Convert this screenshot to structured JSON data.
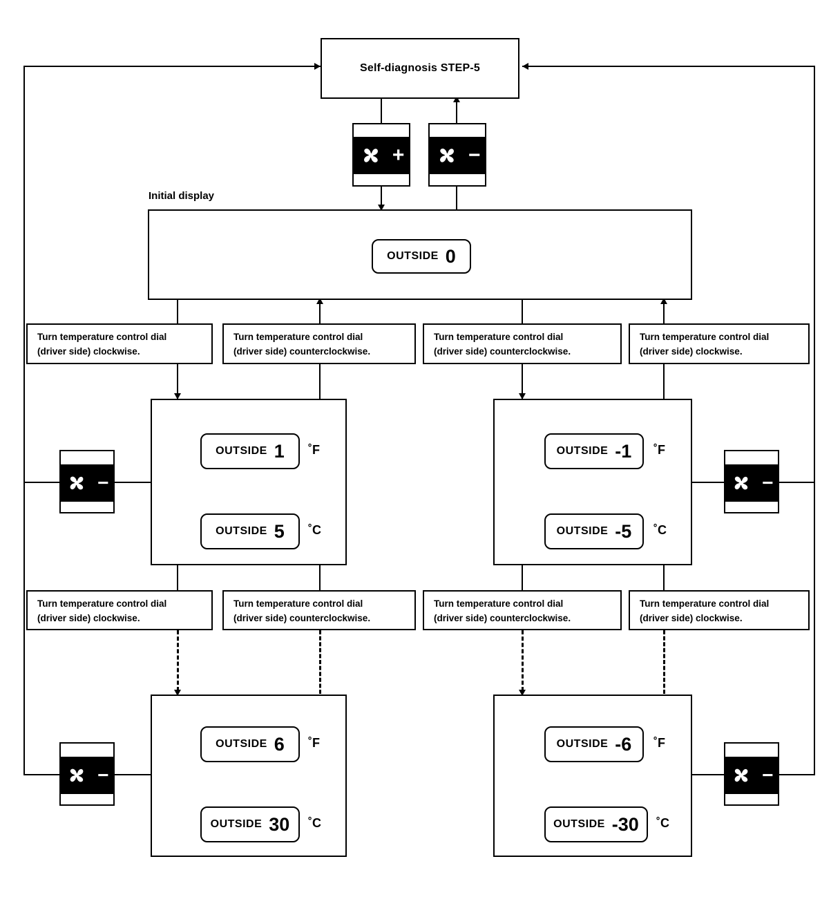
{
  "diagram": {
    "title": "Self-diagnosis STEP-5",
    "initial_display_caption": "Initial display",
    "unit_f": "˚F",
    "unit_c": "˚C",
    "display_word": "OUTSIDE",
    "line_color": "#000000",
    "background_color": "#ffffff"
  },
  "buttons": {
    "fan_plus": {
      "icon": "fan-icon",
      "sign": "+",
      "name": "blower-up-button"
    },
    "fan_minus": {
      "icon": "fan-icon",
      "sign": "−",
      "name": "blower-down-button"
    }
  },
  "displays": {
    "initial": {
      "word": "OUTSIDE",
      "value": "0",
      "unit": ""
    },
    "left_mid_f": {
      "word": "OUTSIDE",
      "value": "1",
      "unit": "˚F"
    },
    "left_mid_c": {
      "word": "OUTSIDE",
      "value": "5",
      "unit": "˚C"
    },
    "right_mid_f": {
      "word": "OUTSIDE",
      "value": "-1",
      "unit": "˚F"
    },
    "right_mid_c": {
      "word": "OUTSIDE",
      "value": "-5",
      "unit": "˚C"
    },
    "left_bot_f": {
      "word": "OUTSIDE",
      "value": "6",
      "unit": "˚F"
    },
    "left_bot_c": {
      "word": "OUTSIDE",
      "value": "30",
      "unit": "˚C"
    },
    "right_bot_f": {
      "word": "OUTSIDE",
      "value": "-6",
      "unit": "˚F"
    },
    "right_bot_c": {
      "word": "OUTSIDE",
      "value": "-30",
      "unit": "˚C"
    }
  },
  "instructions_row1": [
    {
      "line1": "Turn temperature control dial",
      "line2": "(driver side) clockwise."
    },
    {
      "line1": "Turn temperature control dial",
      "line2": "(driver side) counterclockwise."
    },
    {
      "line1": "Turn temperature control dial",
      "line2": "(driver side) counterclockwise."
    },
    {
      "line1": "Turn temperature control dial",
      "line2": "(driver side) clockwise."
    }
  ],
  "instructions_row2": [
    {
      "line1": "Turn temperature control dial",
      "line2": "(driver side) clockwise."
    },
    {
      "line1": "Turn temperature control dial",
      "line2": "(driver side) counterclockwise."
    },
    {
      "line1": "Turn temperature control dial",
      "line2": "(driver side) counterclockwise."
    },
    {
      "line1": "Turn temperature control dial",
      "line2": "(driver side) clockwise."
    }
  ]
}
